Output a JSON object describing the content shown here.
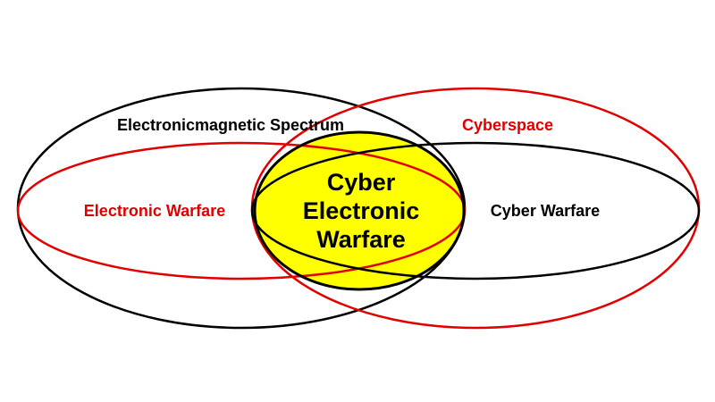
{
  "labels": {
    "electromagnetic_spectrum": "Electronicmagnetic Spectrum",
    "cyberspace": "Cyberspace",
    "electronic_warfare": "Electronic Warfare",
    "cyber_warfare": "Cyber Warfare",
    "center_lines": [
      "Cyber",
      "Electronic",
      "Warfare"
    ]
  },
  "colors": {
    "black_outline": "#000000",
    "red_outline": "#e00000",
    "center_fill": "#ffff00",
    "red_text": "#e00000",
    "black_text": "#000000"
  }
}
